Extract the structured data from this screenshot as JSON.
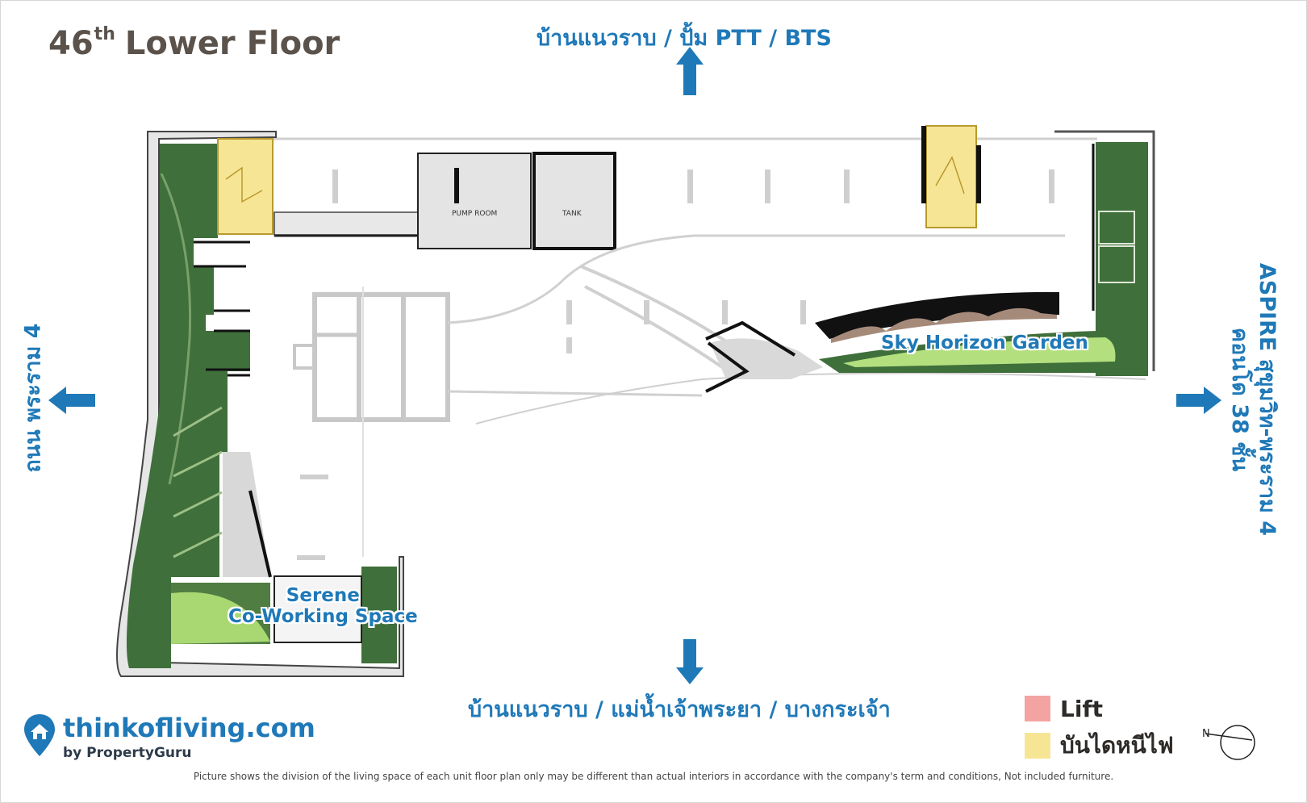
{
  "title": {
    "main": "46",
    "sup": "th",
    "rest": "Lower Floor"
  },
  "directions": {
    "top": "บ้านแนวราบ / ปั้ม PTT / BTS",
    "bottom": "บ้านแนวราบ / แม่น้ำเจ้าพระยา / บางกระเจ้า",
    "left": "ถนน พระราม 4",
    "right_line1": "ASPIRE สุขุมวิท-พระราม 4",
    "right_line2": "คอนโด 38 ชั้น"
  },
  "places": {
    "sky_garden": "Sky Horizon Garden",
    "serene_line1": "Serene",
    "serene_line2": "Co-Working Space"
  },
  "rooms": {
    "pump": "PUMP ROOM",
    "tank": "TANK"
  },
  "legend": [
    {
      "label": "Lift",
      "color": "#f4a3a3"
    },
    {
      "label": "บันไดหนีไฟ",
      "color": "#f7e596"
    }
  ],
  "brand": {
    "name": "thinkofliving.com",
    "sub": "by PropertyGuru",
    "color": "#1f79b8"
  },
  "disclaimer": "Picture shows the division of the living space of each unit floor plan only may be different than actual interiors in accordance with the company's term and conditions, Not included furniture.",
  "icons": {
    "arrows": "direction-arrow-icon",
    "compass": "north-compass-icon",
    "logo": "house-pin-logo-icon"
  }
}
